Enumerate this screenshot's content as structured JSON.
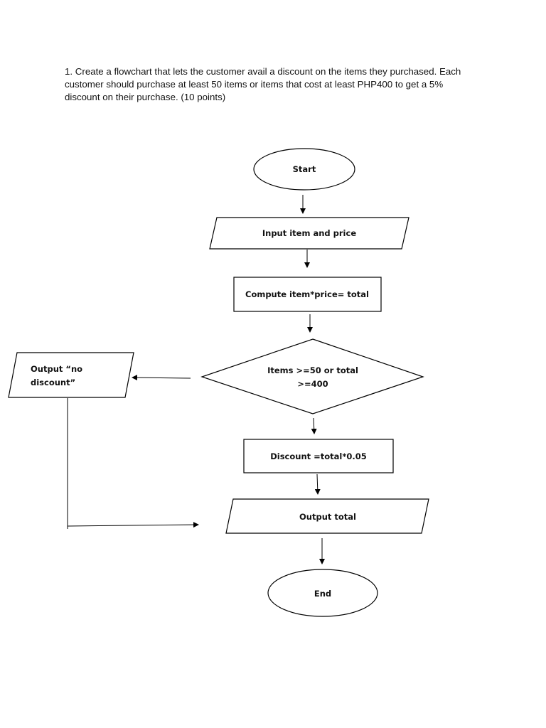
{
  "question": {
    "line1": "1. Create a flowchart that lets the customer avail a discount on the items they purchased. Each",
    "line2": "customer should purchase at least 50 items or items that cost at least PHP400 to get a 5%",
    "line3": "discount on their purchase. (10 points)"
  },
  "flowchart": {
    "start": "Start",
    "input": "Input item and price",
    "compute": "Compute item*price= total",
    "decision_line1": "Items >=50 or total",
    "decision_line2": ">=400",
    "no_discount_line1": "Output “no",
    "no_discount_line2": "discount”",
    "discount": "Discount =total*0.05",
    "output": "Output total",
    "end": "End"
  }
}
